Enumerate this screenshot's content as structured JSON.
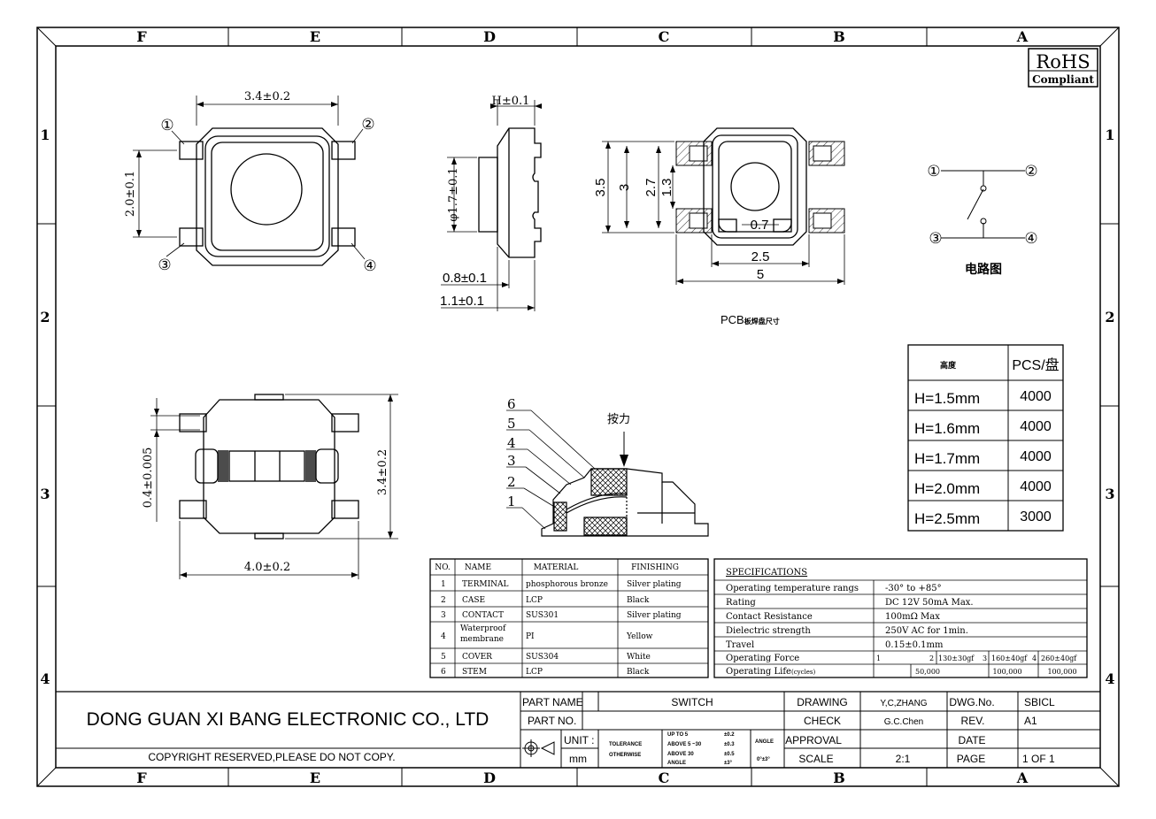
{
  "frame": {
    "col_labels": [
      "F",
      "E",
      "D",
      "C",
      "B",
      "A"
    ],
    "row_labels": [
      "1",
      "2",
      "3",
      "4"
    ]
  },
  "rohs": {
    "line1": "RoHS",
    "line2": "Compliant"
  },
  "top_view": {
    "width_dim": "3.4±0.2",
    "height_dim": "2.0±0.1",
    "pins": [
      "①",
      "②",
      "③",
      "④"
    ]
  },
  "side_view": {
    "top_dim": "H±0.1",
    "dia_dim": "φ1.7±0.1",
    "dim_a": "0.8±0.1",
    "dim_b": "1.1±0.1"
  },
  "pcb_view": {
    "dims": [
      "3.5",
      "3",
      "2.7",
      "1.3",
      "0.7",
      "2.5",
      "5"
    ],
    "caption_a": "PCB",
    "caption_b": "板焊盘尺寸"
  },
  "circuit": {
    "pins": [
      "①",
      "②",
      "③",
      "④"
    ],
    "caption": "电路图"
  },
  "bottom_view": {
    "width_dim": "4.0±0.2",
    "height_dim": "3.4±0.2",
    "lead_dim": "0.4±0.005"
  },
  "section_view": {
    "labels": [
      "6",
      "5",
      "4",
      "3",
      "2",
      "1"
    ],
    "force_label": "按力"
  },
  "pcs_table": {
    "headers": [
      "高度",
      "PCS/盘"
    ],
    "rows": [
      [
        "H=1.5mm",
        "4000"
      ],
      [
        "H=1.6mm",
        "4000"
      ],
      [
        "H=1.7mm",
        "4000"
      ],
      [
        "H=2.0mm",
        "4000"
      ],
      [
        "H=2.5mm",
        "3000"
      ]
    ]
  },
  "bom": {
    "headers": [
      "NO.",
      "NAME",
      "MATERIAL",
      "FINISHING"
    ],
    "rows": [
      [
        "1",
        "TERMINAL",
        "phosphorous bronze",
        "Silver plating"
      ],
      [
        "2",
        "CASE",
        "LCP",
        "Black"
      ],
      [
        "3",
        "CONTACT",
        "SUS301",
        "Silver plating"
      ],
      [
        "4",
        "Waterproof membrane",
        "PI",
        "Yellow"
      ],
      [
        "5",
        "COVER",
        "SUS304",
        "White"
      ],
      [
        "6",
        "STEM",
        "LCP",
        "Black"
      ]
    ]
  },
  "specs": {
    "title": "SPECIFICATIONS",
    "rows": [
      [
        "Operating temperature rangs",
        "-30° to +85°"
      ],
      [
        "Rating",
        "DC 12V 50mA Max."
      ],
      [
        "Contact Resistance",
        "100mΩ Max"
      ],
      [
        "Dielectric strength",
        "250V AC for 1min."
      ],
      [
        "Travel",
        "0.15±0.1mm"
      ]
    ],
    "force_label": "Operating Force",
    "force_values": [
      "1",
      "2",
      "130±30gf",
      "3",
      "160±40gf",
      "4",
      "260±40gf"
    ],
    "life_label": "Operating Life",
    "life_unit": "(cycles)",
    "life_values": [
      "50,000",
      "100,000",
      "100,000"
    ]
  },
  "title_block": {
    "company": "DONG GUAN XI BANG ELECTRONIC CO., LTD",
    "copyright": "COPYRIGHT RESERVED,PLEASE DO NOT COPY.",
    "part_name_label": "PART NAME",
    "part_name": "SWITCH",
    "part_no_label": "PART NO.",
    "unit_label": "UNIT :",
    "unit_value": "mm",
    "tolerance_a": "TOLERANCE",
    "tolerance_b": "OTHERWISE",
    "tol_rows": [
      [
        "UP TO 5",
        "±0.2"
      ],
      [
        "ABOVE 5 ~30",
        "±0.3"
      ],
      [
        "ABOVE 30",
        "±0.5"
      ],
      [
        "ANGLE",
        "±3°"
      ]
    ],
    "angle_label": "ANGLE",
    "angle_value": "0°±3°",
    "drawing_label": "DRAWING",
    "drawing": "Y,C,ZHANG",
    "check_label": "CHECK",
    "check": "G.C.Chen",
    "approval_label": "APPROVAL",
    "scale_label": "SCALE",
    "scale": "2:1",
    "dwg_label": "DWG.No.",
    "dwg": "SBICL",
    "rev_label": "REV.",
    "rev": "A1",
    "date_label": "DATE",
    "page_label": "PAGE",
    "page": "1 OF 1"
  }
}
